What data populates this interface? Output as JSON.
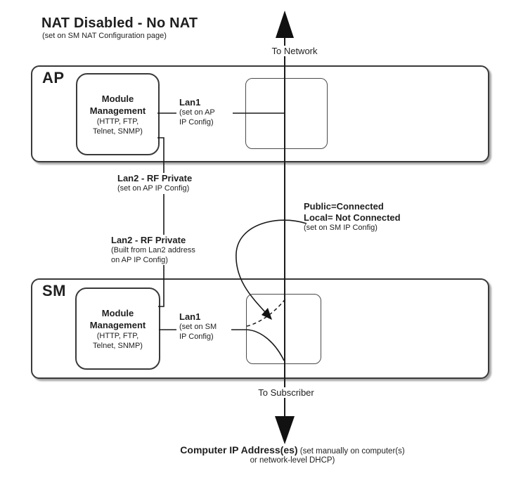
{
  "colors": {
    "background": "#ffffff",
    "text": "#1f1f1f",
    "line": "#1b1b1b",
    "box_border": "#3a3a3a"
  },
  "header": {
    "title": "NAT Disabled - No NAT",
    "subtitle": "(set on SM NAT Configuration page)"
  },
  "network_arrow": {
    "label": "To Network"
  },
  "subscriber_arrow": {
    "label": "To Subscriber"
  },
  "ap": {
    "label": "AP",
    "module_management": {
      "line1": "Module",
      "line2": "Management",
      "line3": "(HTTP, FTP,",
      "line4": "Telnet, SNMP)"
    },
    "lan1": {
      "label": "Lan1",
      "note_line1": "(set on AP",
      "note_line2": "IP Config)"
    }
  },
  "sm": {
    "label": "SM",
    "module_management": {
      "line1": "Module",
      "line2": "Management",
      "line3": "(HTTP, FTP,",
      "line4": "Telnet, SNMP)"
    },
    "lan1": {
      "label": "Lan1",
      "note_line1": "(set on SM",
      "note_line2": "IP Config)"
    }
  },
  "lan2_upper": {
    "label": "Lan2 - RF Private",
    "note_line1": "(set on AP IP Config)"
  },
  "lan2_lower": {
    "label": "Lan2 - RF Private",
    "note_line1": "(Built from Lan2 address",
    "note_line2": "on AP IP Config)"
  },
  "sm_connection_note": {
    "line1": "Public=Connected",
    "line2": "Local= Not Connected",
    "line3": "(set on SM IP Config)"
  },
  "footer": {
    "bold": "Computer IP Address(es)",
    "rest": "(set manually on computer(s)",
    "line2": "or network-level DHCP)"
  }
}
